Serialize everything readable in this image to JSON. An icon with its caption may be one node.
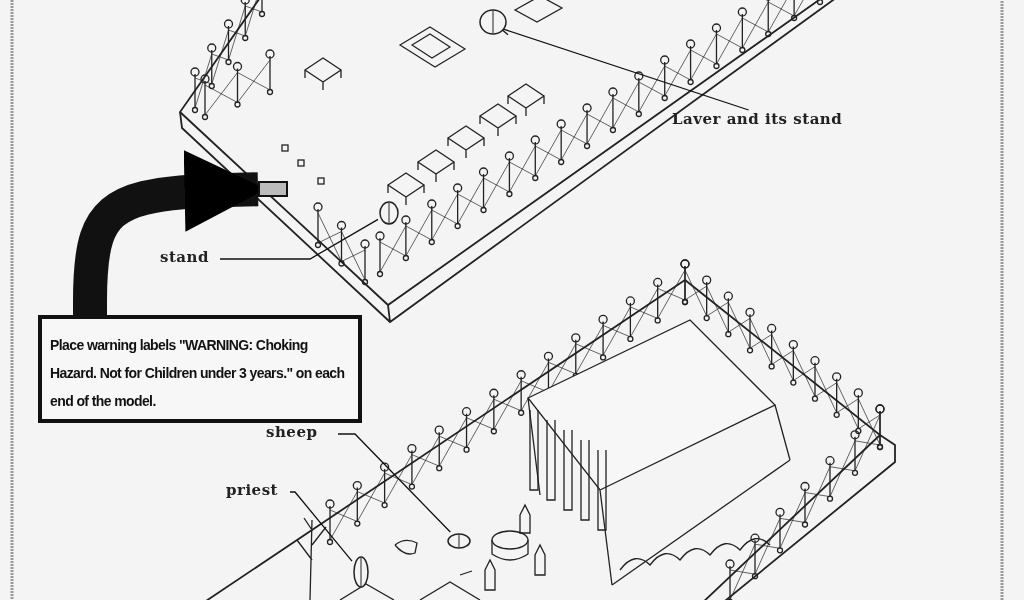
{
  "diagram": {
    "nodes": [
      {
        "text": [
          "Place warning labels \"WARNING:  Choking Hazard.  Not for Children under 3 years.\" on each end of the model."
        ]
      },
      {
        "text": [
          "Laver and its stand"
        ]
      },
      {
        "text": [],
        "shape": "picture"
      },
      {
        "text": [
          "stand"
        ]
      },
      {
        "text": [],
        "shape": "picture"
      },
      {
        "text": [
          "sheep"
        ]
      },
      {
        "text": [],
        "shape": "picture"
      },
      {
        "text": [
          "priest"
        ]
      },
      {
        "text": [],
        "shape": "picture"
      },
      {
        "text": [],
        "shape": "box"
      }
    ],
    "edges": [
      {
        "from": 1,
        "to": 2,
        "arrow": "none"
      },
      {
        "from": 3,
        "to": 4,
        "arrow": "none"
      },
      {
        "from": 5,
        "to": 6,
        "arrow": "none"
      },
      {
        "from": 7,
        "to": 8,
        "arrow": "none"
      },
      {
        "from": 0,
        "to": 9,
        "arrow": "to",
        "style": "thick"
      }
    ]
  }
}
